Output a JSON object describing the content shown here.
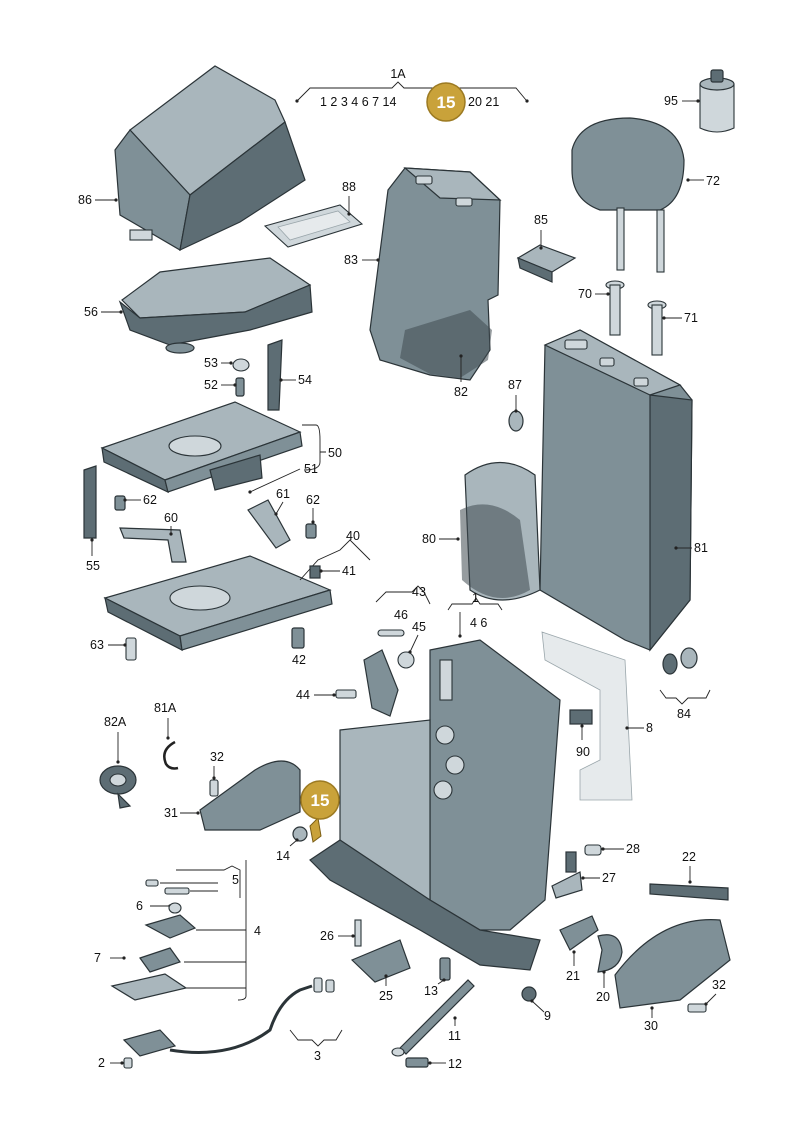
{
  "highlight": {
    "number": "15",
    "color": "#c9a23a"
  },
  "header": {
    "group_label": "1A",
    "group_items": "1 2 3 4 6 7 14",
    "group_items_tail": "20 21"
  },
  "colors": {
    "part_fill": "#7f9097",
    "outline": "#2b3438",
    "highlight_gold": "#c9a23a"
  },
  "labels": {
    "p95": "95",
    "p72": "72",
    "p86": "86",
    "p88": "88",
    "p85": "85",
    "p83": "83",
    "p70": "70",
    "p71": "71",
    "p56": "56",
    "p53": "53",
    "p52": "52",
    "p54": "54",
    "p82": "82",
    "p87": "87",
    "p50": "50",
    "p51": "51",
    "p62a": "62",
    "p61": "61",
    "p62b": "62",
    "p60": "60",
    "p40": "40",
    "p55": "55",
    "p41": "41",
    "p80": "80",
    "p81": "81",
    "p43": "43",
    "p1": "1",
    "p1sub": "4 6",
    "p46": "46",
    "p45": "45",
    "p63": "63",
    "p42": "42",
    "p44": "44",
    "p84": "84",
    "p8": "8",
    "p82A": "82A",
    "p81A": "81A",
    "p90": "90",
    "p32a": "32",
    "p31": "31",
    "p14": "14",
    "p28": "28",
    "p22": "22",
    "p5": "5",
    "p27": "27",
    "p6": "6",
    "p4": "4",
    "p26": "26",
    "p7": "7",
    "p21": "21",
    "p20": "20",
    "p25": "25",
    "p13": "13",
    "p32b": "32",
    "p9": "9",
    "p11": "11",
    "p30": "30",
    "p3": "3",
    "p2": "2",
    "p12": "12"
  }
}
